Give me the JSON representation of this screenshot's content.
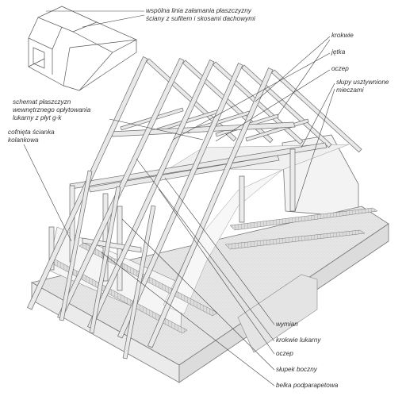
{
  "labels": {
    "fold_line": [
      "wspólna linia załamania płaszczyzny",
      "ściany z sufitem i skosami dachowymi"
    ],
    "scheme": [
      "schemat płaszczyzn",
      "wewnętrznego opłytowania",
      "lukarny z płyt g-k"
    ],
    "knee_wall": [
      "cofnięta ścianka",
      "kolankowa"
    ],
    "rafters": "krokwie",
    "purlin_tie": "jętka",
    "post_beam": "oczep",
    "posts": [
      "słupy usztywnione",
      "mieczami"
    ],
    "trimmer": "wymian",
    "dormer_rafters": "krokwie lukarny",
    "dormer_post_beam": "oczep",
    "side_post": "słupek boczny",
    "parapet_beam": "belka podparapetowa"
  },
  "colors": {
    "timber": "#e9e9e9",
    "timber_stroke": "#6b6b6b",
    "wall": "#f2f2f2",
    "leader": "#444444",
    "text": "#333333"
  }
}
